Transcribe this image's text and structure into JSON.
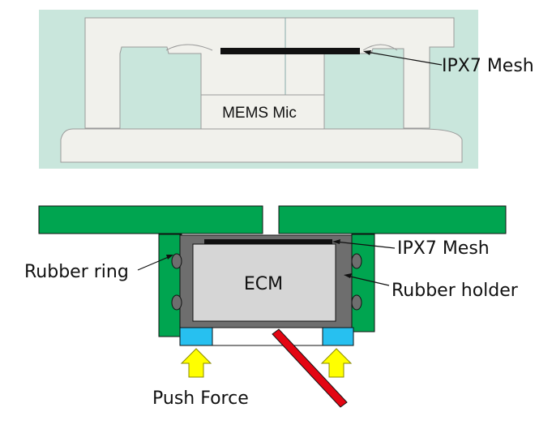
{
  "top_diagram": {
    "labels": {
      "mesh": "IPX7 Mesh",
      "mic": "MEMS Mic"
    },
    "colors": {
      "background": "#c9e6dc",
      "housing": "#f1f1ec",
      "mesh": "#111111",
      "opening": "#bfe0d2"
    }
  },
  "bottom_diagram": {
    "labels": {
      "mesh": "IPX7 Mesh",
      "ecm": "ECM",
      "rubber_ring": "Rubber ring",
      "rubber_holder": "Rubber holder",
      "push_force": "Push Force"
    },
    "colors": {
      "pcb": "#00a550",
      "rubber_holder": "#6e6e6e",
      "ecm": "#d6d6d6",
      "pads": "#27c0f0",
      "arrows": "#ffff00",
      "wire": "#e30613"
    }
  }
}
